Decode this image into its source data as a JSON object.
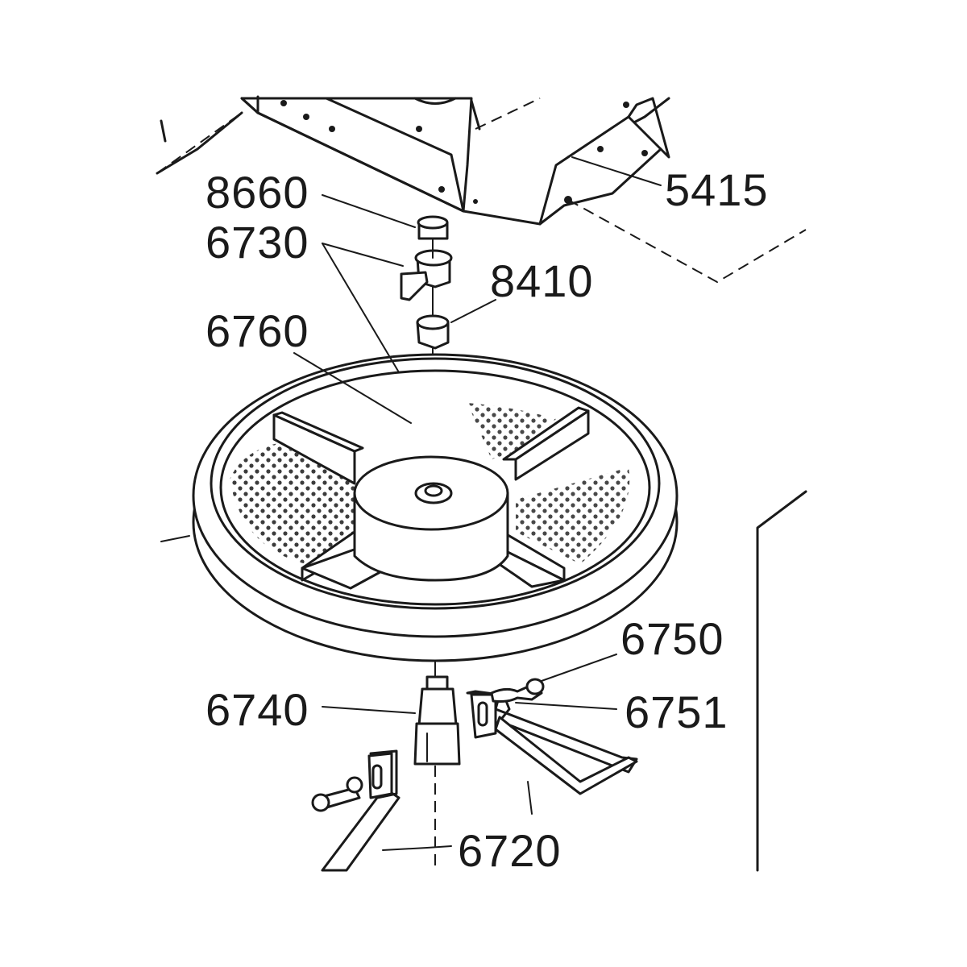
{
  "diagram": {
    "part_numbers": {
      "p8660": "8660",
      "p6730": "6730",
      "p8410": "8410",
      "p6760": "6760",
      "p5415": "5415",
      "p6750": "6750",
      "p6740": "6740",
      "p6751": "6751",
      "p6720": "6720"
    }
  }
}
